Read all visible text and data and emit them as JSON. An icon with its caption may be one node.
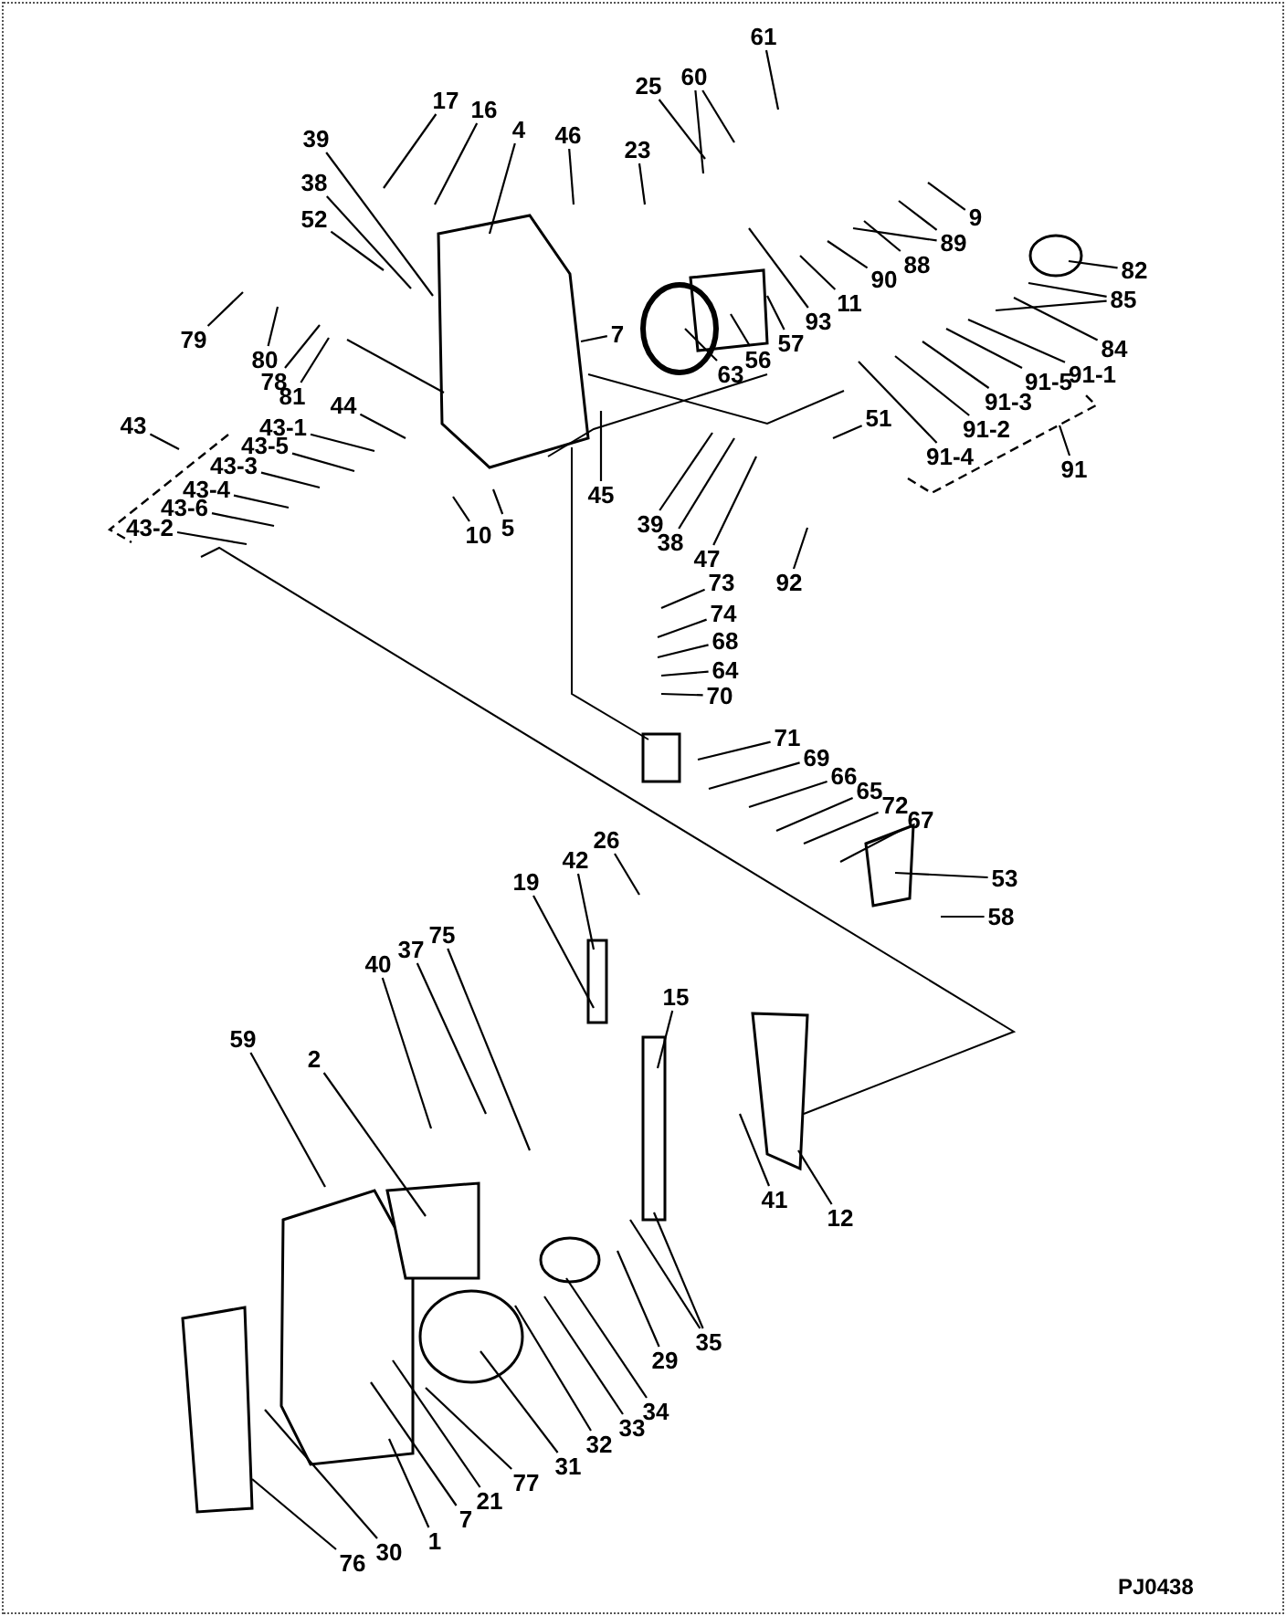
{
  "diagram": {
    "nodes": [
      {
        "text": [
          "61"
        ]
      },
      {
        "text": [
          "60"
        ]
      },
      {
        "text": [
          "25"
        ]
      },
      {
        "text": [
          "17"
        ]
      },
      {
        "text": [
          "16"
        ]
      },
      {
        "text": [
          "4"
        ]
      },
      {
        "text": [
          "46"
        ]
      },
      {
        "text": [
          "39"
        ]
      },
      {
        "text": [
          "23"
        ]
      },
      {
        "text": [
          "38"
        ]
      },
      {
        "text": [
          "9"
        ]
      },
      {
        "text": [
          "52"
        ]
      },
      {
        "text": [
          "89"
        ]
      },
      {
        "text": [
          "88"
        ]
      },
      {
        "text": [
          "82"
        ]
      },
      {
        "text": [
          "90"
        ]
      },
      {
        "text": [
          "85"
        ]
      },
      {
        "text": [
          "11"
        ]
      },
      {
        "text": [
          "93"
        ]
      },
      {
        "text": [
          "7"
        ]
      },
      {
        "text": [
          "79"
        ]
      },
      {
        "text": [
          "57"
        ]
      },
      {
        "text": [
          "84"
        ]
      },
      {
        "text": [
          "80"
        ]
      },
      {
        "text": [
          "56"
        ]
      },
      {
        "text": [
          "63"
        ]
      },
      {
        "text": [
          "91-1"
        ]
      },
      {
        "text": [
          "78"
        ]
      },
      {
        "text": [
          "91-5"
        ]
      },
      {
        "text": [
          "81"
        ]
      },
      {
        "text": [
          "44"
        ]
      },
      {
        "text": [
          "91-3"
        ]
      },
      {
        "text": [
          "51"
        ]
      },
      {
        "text": [
          "43"
        ]
      },
      {
        "text": [
          "43-1"
        ]
      },
      {
        "text": [
          "91-2"
        ]
      },
      {
        "text": [
          "43-5"
        ]
      },
      {
        "text": [
          "91-4"
        ]
      },
      {
        "text": [
          "91"
        ]
      },
      {
        "text": [
          "43-3"
        ]
      },
      {
        "text": [
          "43-4"
        ]
      },
      {
        "text": [
          "45"
        ]
      },
      {
        "text": [
          "43-6"
        ]
      },
      {
        "text": [
          "39"
        ]
      },
      {
        "text": [
          "5"
        ]
      },
      {
        "text": [
          "43-2"
        ]
      },
      {
        "text": [
          "10"
        ]
      },
      {
        "text": [
          "38"
        ]
      },
      {
        "text": [
          "47"
        ]
      },
      {
        "text": [
          "92"
        ]
      },
      {
        "text": [
          "73"
        ]
      },
      {
        "text": [
          "74"
        ]
      },
      {
        "text": [
          "68"
        ]
      },
      {
        "text": [
          "64"
        ]
      },
      {
        "text": [
          "70"
        ]
      },
      {
        "text": [
          "71"
        ]
      },
      {
        "text": [
          "69"
        ]
      },
      {
        "text": [
          "66"
        ]
      },
      {
        "text": [
          "65"
        ]
      },
      {
        "text": [
          "72"
        ]
      },
      {
        "text": [
          "67"
        ]
      },
      {
        "text": [
          "26"
        ]
      },
      {
        "text": [
          "42"
        ]
      },
      {
        "text": [
          "53"
        ]
      },
      {
        "text": [
          "19"
        ]
      },
      {
        "text": [
          "58"
        ]
      },
      {
        "text": [
          "75"
        ]
      },
      {
        "text": [
          "37"
        ]
      },
      {
        "text": [
          "40"
        ]
      },
      {
        "text": [
          "15"
        ]
      },
      {
        "text": [
          "59"
        ]
      },
      {
        "text": [
          "2"
        ]
      },
      {
        "text": [
          "41"
        ]
      },
      {
        "text": [
          "12"
        ]
      },
      {
        "text": [
          "35"
        ]
      },
      {
        "text": [
          "29"
        ]
      },
      {
        "text": [
          "34"
        ]
      },
      {
        "text": [
          "33"
        ]
      },
      {
        "text": [
          "32"
        ]
      },
      {
        "text": [
          "31"
        ]
      },
      {
        "text": [
          "77"
        ]
      },
      {
        "text": [
          "21"
        ]
      },
      {
        "text": [
          "7"
        ]
      },
      {
        "text": [
          "1"
        ]
      },
      {
        "text": [
          "30"
        ]
      },
      {
        "text": [
          "76"
        ]
      }
    ],
    "edges": [
      {
        "from": 0,
        "to": null,
        "arrow": "none"
      },
      {
        "from": 1,
        "to": null,
        "arrow": "none"
      },
      {
        "from": 1,
        "to": null,
        "arrow": "none"
      },
      {
        "from": 2,
        "to": null,
        "arrow": "none"
      },
      {
        "from": 3,
        "to": null,
        "arrow": "none"
      },
      {
        "from": 4,
        "to": null,
        "arrow": "none"
      },
      {
        "from": 5,
        "to": null,
        "arrow": "none"
      },
      {
        "from": 6,
        "to": null,
        "arrow": "none"
      },
      {
        "from": 7,
        "to": null,
        "arrow": "none"
      },
      {
        "from": 8,
        "to": null,
        "arrow": "none"
      },
      {
        "from": 9,
        "to": null,
        "arrow": "none"
      },
      {
        "from": 10,
        "to": null,
        "arrow": "none"
      },
      {
        "from": 11,
        "to": null,
        "arrow": "none"
      },
      {
        "from": 12,
        "to": null,
        "arrow": "none"
      },
      {
        "from": 12,
        "to": null,
        "arrow": "none"
      },
      {
        "from": 13,
        "to": null,
        "arrow": "none"
      },
      {
        "from": 14,
        "to": null,
        "arrow": "none"
      },
      {
        "from": 15,
        "to": null,
        "arrow": "none"
      },
      {
        "from": 16,
        "to": null,
        "arrow": "none"
      },
      {
        "from": 16,
        "to": null,
        "arrow": "none"
      },
      {
        "from": 17,
        "to": null,
        "arrow": "none"
      },
      {
        "from": 18,
        "to": null,
        "arrow": "none"
      },
      {
        "from": 19,
        "to": null,
        "arrow": "none"
      },
      {
        "from": 20,
        "to": null,
        "arrow": "none"
      },
      {
        "from": 21,
        "to": null,
        "arrow": "none"
      },
      {
        "from": 22,
        "to": null,
        "arrow": "none"
      },
      {
        "from": 23,
        "to": null,
        "arrow": "none"
      },
      {
        "from": 24,
        "to": null,
        "arrow": "none"
      },
      {
        "from": 25,
        "to": null,
        "arrow": "none"
      },
      {
        "from": 26,
        "to": null,
        "arrow": "none"
      },
      {
        "from": 27,
        "to": null,
        "arrow": "none"
      },
      {
        "from": 28,
        "to": null,
        "arrow": "none"
      },
      {
        "from": 29,
        "to": null,
        "arrow": "none"
      },
      {
        "from": 30,
        "to": null,
        "arrow": "none"
      },
      {
        "from": 31,
        "to": null,
        "arrow": "none"
      },
      {
        "from": 32,
        "to": null,
        "arrow": "none"
      },
      {
        "from": 33,
        "to": null,
        "arrow": "none"
      },
      {
        "from": 34,
        "to": null,
        "arrow": "none"
      },
      {
        "from": 35,
        "to": null,
        "arrow": "none"
      },
      {
        "from": 36,
        "to": null,
        "arrow": "none"
      },
      {
        "from": 37,
        "to": null,
        "arrow": "none"
      },
      {
        "from": 38,
        "to": null,
        "arrow": "none"
      },
      {
        "from": 39,
        "to": null,
        "arrow": "none"
      },
      {
        "from": 40,
        "to": null,
        "arrow": "none"
      },
      {
        "from": 41,
        "to": null,
        "arrow": "none"
      },
      {
        "from": 42,
        "to": null,
        "arrow": "none"
      },
      {
        "from": 43,
        "to": null,
        "arrow": "none"
      },
      {
        "from": 44,
        "to": null,
        "arrow": "none"
      },
      {
        "from": 45,
        "to": null,
        "arrow": "none"
      },
      {
        "from": 46,
        "to": null,
        "arrow": "none"
      },
      {
        "from": 47,
        "to": null,
        "arrow": "none"
      },
      {
        "from": 48,
        "to": null,
        "arrow": "none"
      },
      {
        "from": 49,
        "to": null,
        "arrow": "none"
      },
      {
        "from": 50,
        "to": null,
        "arrow": "none"
      },
      {
        "from": 51,
        "to": null,
        "arrow": "none"
      },
      {
        "from": 52,
        "to": null,
        "arrow": "none"
      },
      {
        "from": 53,
        "to": null,
        "arrow": "none"
      },
      {
        "from": 54,
        "to": null,
        "arrow": "none"
      },
      {
        "from": 55,
        "to": null,
        "arrow": "none"
      },
      {
        "from": 56,
        "to": null,
        "arrow": "none"
      },
      {
        "from": 57,
        "to": null,
        "arrow": "none"
      },
      {
        "from": 58,
        "to": null,
        "arrow": "none"
      },
      {
        "from": 59,
        "to": null,
        "arrow": "none"
      },
      {
        "from": 60,
        "to": null,
        "arrow": "none"
      },
      {
        "from": 61,
        "to": null,
        "arrow": "none"
      },
      {
        "from": 62,
        "to": null,
        "arrow": "none"
      },
      {
        "from": 63,
        "to": null,
        "arrow": "none"
      },
      {
        "from": 64,
        "to": null,
        "arrow": "none"
      },
      {
        "from": 65,
        "to": null,
        "arrow": "none"
      },
      {
        "from": 66,
        "to": null,
        "arrow": "none"
      },
      {
        "from": 67,
        "to": null,
        "arrow": "none"
      },
      {
        "from": 68,
        "to": null,
        "arrow": "none"
      },
      {
        "from": 69,
        "to": null,
        "arrow": "none"
      },
      {
        "from": 70,
        "to": null,
        "arrow": "none"
      },
      {
        "from": 71,
        "to": null,
        "arrow": "none"
      },
      {
        "from": 72,
        "to": null,
        "arrow": "none"
      },
      {
        "from": 73,
        "to": null,
        "arrow": "none"
      },
      {
        "from": 74,
        "to": null,
        "arrow": "none"
      },
      {
        "from": 74,
        "to": null,
        "arrow": "none"
      },
      {
        "from": 75,
        "to": null,
        "arrow": "none"
      },
      {
        "from": 76,
        "to": null,
        "arrow": "none"
      },
      {
        "from": 77,
        "to": null,
        "arrow": "none"
      },
      {
        "from": 78,
        "to": null,
        "arrow": "none"
      },
      {
        "from": 79,
        "to": null,
        "arrow": "none"
      },
      {
        "from": 80,
        "to": null,
        "arrow": "none"
      },
      {
        "from": 81,
        "to": null,
        "arrow": "none"
      },
      {
        "from": 82,
        "to": null,
        "arrow": "none"
      },
      {
        "from": 83,
        "to": null,
        "arrow": "none"
      },
      {
        "from": 84,
        "to": null,
        "arrow": "none"
      },
      {
        "from": 85,
        "to": null,
        "arrow": "none"
      }
    ],
    "labels": [
      "PJ0438"
    ]
  }
}
